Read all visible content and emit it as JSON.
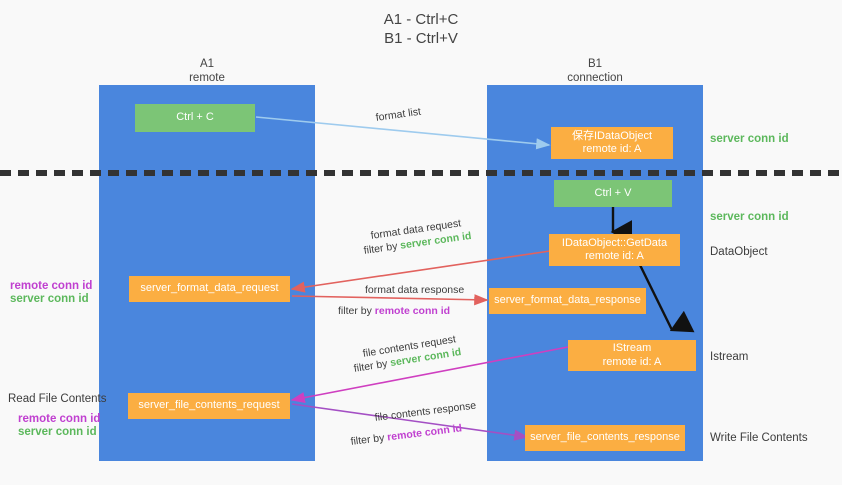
{
  "title": {
    "line1": "A1 - Ctrl+C",
    "line2": "B1 - Ctrl+V"
  },
  "columns": [
    {
      "name": "A1",
      "role": "remote"
    },
    {
      "name": "B1",
      "role": "connection"
    }
  ],
  "boxes": {
    "ctrl_c": "Ctrl + C",
    "ctrl_v": "Ctrl + V",
    "save_idataobject_line1": "保存IDataObject",
    "save_idataobject_line2": "remote id: A",
    "getdata_line1": "IDataObject::GetData",
    "getdata_line2": "remote id: A",
    "istream_line1": "IStream",
    "istream_line2": "remote id: A",
    "server_format_data_request": "server_format_data_request",
    "server_format_data_response": "server_format_data_response",
    "server_file_contents_request": "server_file_contents_request",
    "server_file_contents_response": "server_file_contents_response"
  },
  "right_labels": {
    "server_conn_id_top": "server conn id",
    "server_conn_id_mid": "server conn id",
    "dataobject": "DataObject",
    "istream": "Istream",
    "write_file_contents": "Write File Contents"
  },
  "left_labels": {
    "remote_conn_id_1": "remote conn id",
    "server_conn_id_1": "server conn id",
    "read_file_contents": "Read File Contents",
    "remote_conn_id_2": "remote conn id",
    "server_conn_id_2": "server conn id"
  },
  "arrow_labels": {
    "format_list": "format list",
    "format_data_request": "format data request",
    "format_data_request_filter_prefix": "filter by ",
    "format_data_request_filter_key": "server conn id",
    "format_data_response": "format data response",
    "format_data_response_filter_prefix": "filter by ",
    "format_data_response_filter_key": "remote conn id",
    "file_contents_request": "file contents request",
    "file_contents_request_filter_prefix": "filter by ",
    "file_contents_request_filter_key": "server conn id",
    "file_contents_response": "file contents response",
    "file_contents_response_filter_prefix": "filter by ",
    "file_contents_response_filter_key": "remote conn id"
  },
  "colors": {
    "column_blue": "#4a86dd",
    "box_green": "#7cc576",
    "box_orange": "#fbae42",
    "conn_green": "#5cb85c",
    "conn_purple": "#c040d0",
    "arrow_lightblue": "#9ecbee",
    "arrow_red": "#e2625e",
    "arrow_magenta": "#cf3fc0",
    "arrow_purple": "#a44fc4",
    "arrow_black": "#111111",
    "background": "#f9f9f9"
  }
}
